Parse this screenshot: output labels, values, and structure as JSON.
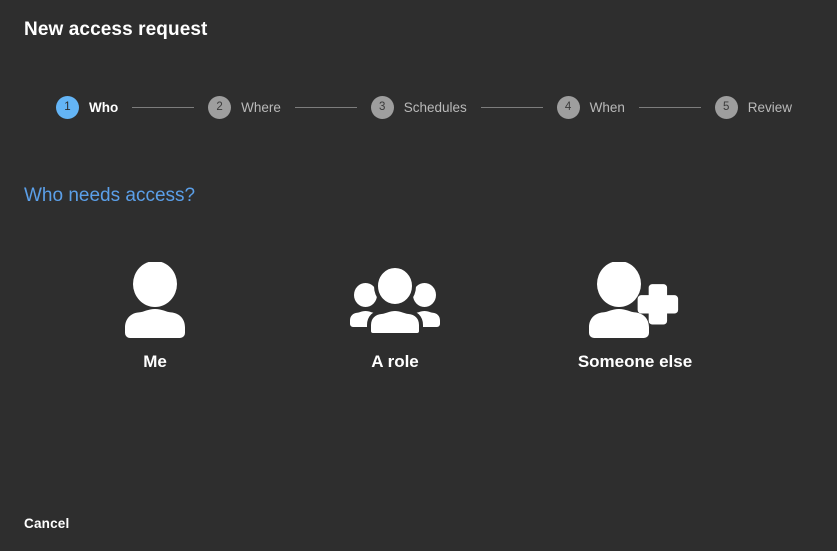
{
  "page": {
    "title": "New access request",
    "background_color": "#2e2e2e",
    "accent_color": "#64b5f6",
    "heading_color": "#5b9fe8"
  },
  "stepper": {
    "current_step": 1,
    "steps": [
      {
        "number": "1",
        "label": "Who",
        "state": "active"
      },
      {
        "number": "2",
        "label": "Where",
        "state": "inactive"
      },
      {
        "number": "3",
        "label": "Schedules",
        "state": "inactive"
      },
      {
        "number": "4",
        "label": "When",
        "state": "inactive"
      },
      {
        "number": "5",
        "label": "Review",
        "state": "inactive"
      }
    ]
  },
  "main": {
    "heading": "Who needs access?",
    "options": [
      {
        "label": "Me",
        "icon": "person-icon"
      },
      {
        "label": "A role",
        "icon": "people-group-icon"
      },
      {
        "label": "Someone else",
        "icon": "person-add-icon"
      }
    ]
  },
  "footer": {
    "cancel_label": "Cancel"
  }
}
